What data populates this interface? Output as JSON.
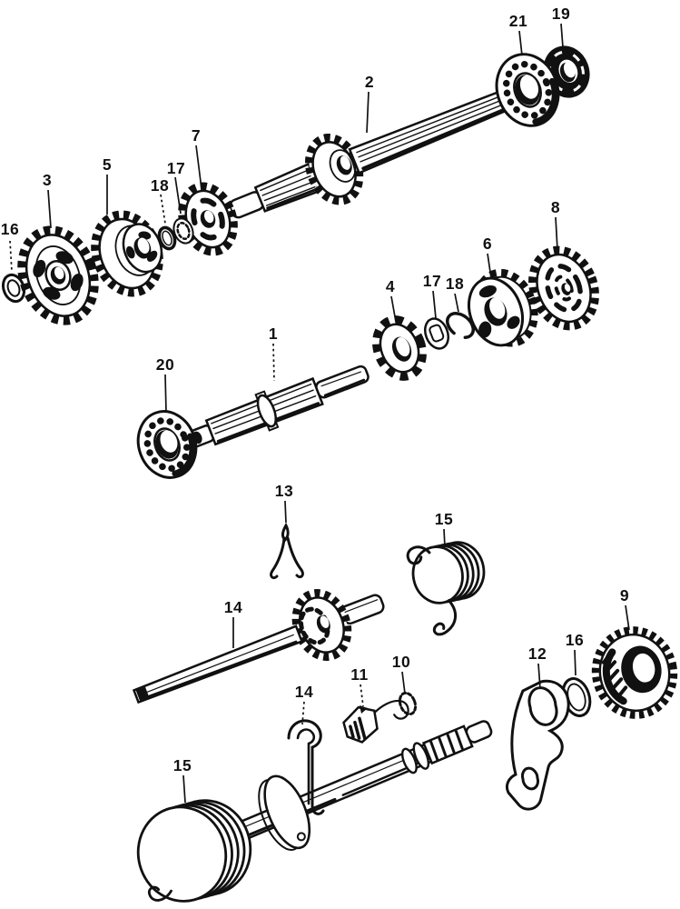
{
  "background_color": "#ffffff",
  "ink_color": "#111111",
  "callouts": {
    "ms_washer16": {
      "label": "16"
    },
    "ms_gear3": {
      "label": "3"
    },
    "ms_gear5": {
      "label": "5"
    },
    "ms_washer18": {
      "label": "18"
    },
    "ms_lockwasher17": {
      "label": "17"
    },
    "ms_gear7": {
      "label": "7"
    },
    "ms_shaft2": {
      "label": "2"
    },
    "ms_bearing21": {
      "label": "21"
    },
    "ms_nut19": {
      "label": "19"
    },
    "cs_bearing20": {
      "label": "20"
    },
    "cs_shaft1": {
      "label": "1"
    },
    "cs_gear4": {
      "label": "4"
    },
    "cs_washer17": {
      "label": "17"
    },
    "cs_snapring18": {
      "label": "18"
    },
    "cs_gear6": {
      "label": "6"
    },
    "cs_gear8": {
      "label": "8"
    },
    "ks_clip13": {
      "label": "13"
    },
    "ks_shaft14": {
      "label": "14"
    },
    "ks_spring15": {
      "label": "15"
    },
    "ks_gear9": {
      "label": "9"
    },
    "ks_washer16": {
      "label": "16"
    },
    "ks_plate12": {
      "label": "12"
    },
    "ks_spring10": {
      "label": "10"
    },
    "ks_ratchet11": {
      "label": "11"
    },
    "ks_spindle14": {
      "label": "14"
    },
    "ks_returnspring15": {
      "label": "15"
    }
  }
}
